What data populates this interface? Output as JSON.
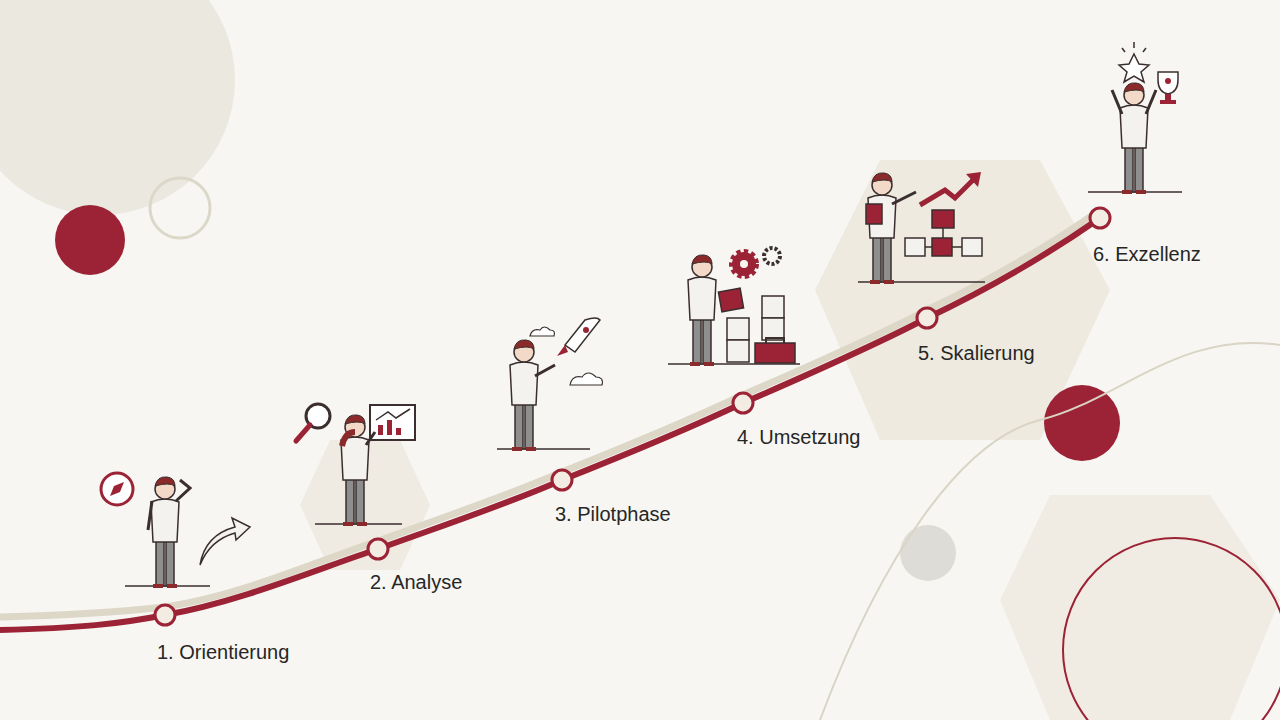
{
  "diagram": {
    "labels": [
      "1. Orientierung",
      "2. Analyse",
      "3. Pilotphase",
      "4. Umsetzung",
      "5. Skalierung",
      "6. Exzellenz"
    ]
  }
}
